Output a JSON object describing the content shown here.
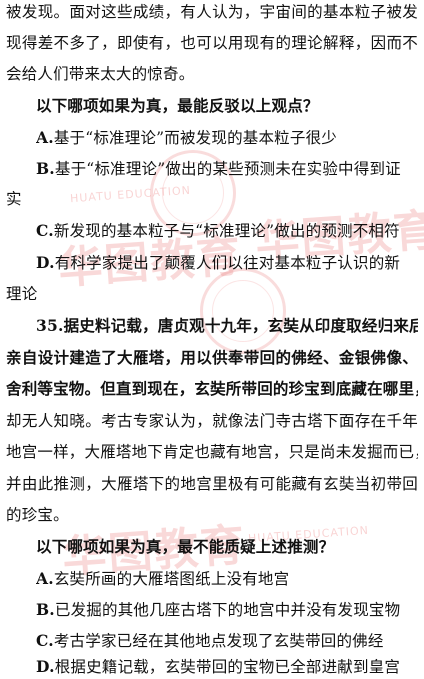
{
  "lines": [
    "被发现。面对这些成绩，有人认为，宇宙间的基本粒子被发",
    "现得差不多了，即使有，也可以用现有的理论解释，因而不",
    "会给人们带来太大的惊奇。"
  ],
  "q34": {
    "prompt": "以下哪项如果为真，最能反驳以上观点？",
    "options": [
      {
        "letter": "A.",
        "text": "基于“标准理论”而被发现的基本粒子很少"
      },
      {
        "letter": "B.",
        "text": "基于“标准理论”做出的某些预测未在实验中得到证"
      },
      {
        "letter": "",
        "text": "实"
      },
      {
        "letter": "C.",
        "text": "新发现的基本粒子与“标准理论”做出的预测不相符"
      },
      {
        "letter": "D.",
        "text": "有科学家提出了颠覆人们以往对基本粒子认识的新"
      },
      {
        "letter": "",
        "text": "理论"
      }
    ]
  },
  "q35": {
    "number": "35.",
    "lines": [
      "据史料记载，唐贞观十九年，玄奘从印度取经归来后，",
      "亲自设计建造了大雁塔，用以供奉带回的佛经、金银佛像、",
      "舍利等宝物。但直到现在，玄奘所带回的珍宝到底藏在哪里，",
      "却无人知晓。考古专家认为，就像法门寺古塔下面存在千年",
      "地宫一样，大雁塔地下肯定也藏有地宫，只是尚未发掘而已，",
      "并由此推测，大雁塔下的地宫里极有可能藏有玄奘当初带回",
      "的珍宝。"
    ],
    "prompt": "以下哪项如果为真，最不能质疑上述推测？",
    "options": [
      {
        "letter": "A.",
        "text": "玄奘所画的大雁塔图纸上没有地宫"
      },
      {
        "letter": "B.",
        "text": "已发掘的其他几座古塔下的地宫中并没有发现宝物"
      },
      {
        "letter": "C.",
        "text": "考古学家已经在其他地点发现了玄奘带回的佛经"
      },
      {
        "letter": "D.",
        "text": "根据史籍记载，玄奘带回的宝物已全部进献到皇宫"
      }
    ]
  },
  "watermark": {
    "brand": "华图教育",
    "sub": "HUATU EDUCATION",
    "color": "#eb7878"
  }
}
